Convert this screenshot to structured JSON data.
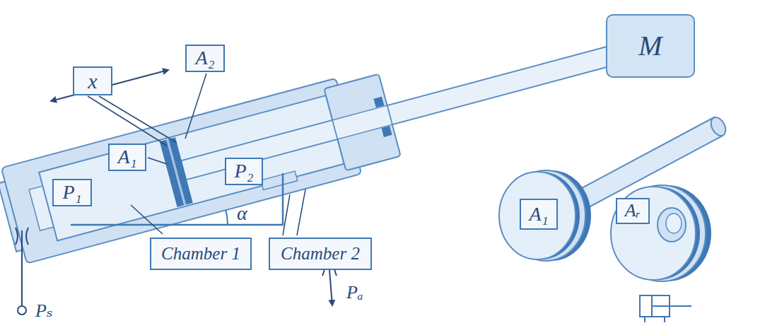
{
  "diagram": {
    "nodes": [
      {
        "text": [
          "x"
        ]
      },
      {
        "text": [
          "A₂"
        ]
      },
      {
        "text": [
          "M"
        ]
      },
      {
        "text": [
          "A₁"
        ]
      },
      {
        "text": [
          "P₂"
        ]
      },
      {
        "text": [
          "P₁"
        ]
      },
      {
        "text": [
          "Chamber 1"
        ]
      },
      {
        "text": [
          "Chamber 2"
        ]
      },
      {
        "text": [
          "A₁"
        ]
      },
      {
        "text": [
          "Aᵣ"
        ]
      }
    ],
    "labels": [
      "α",
      "Pₐ",
      "Pₛ"
    ]
  }
}
